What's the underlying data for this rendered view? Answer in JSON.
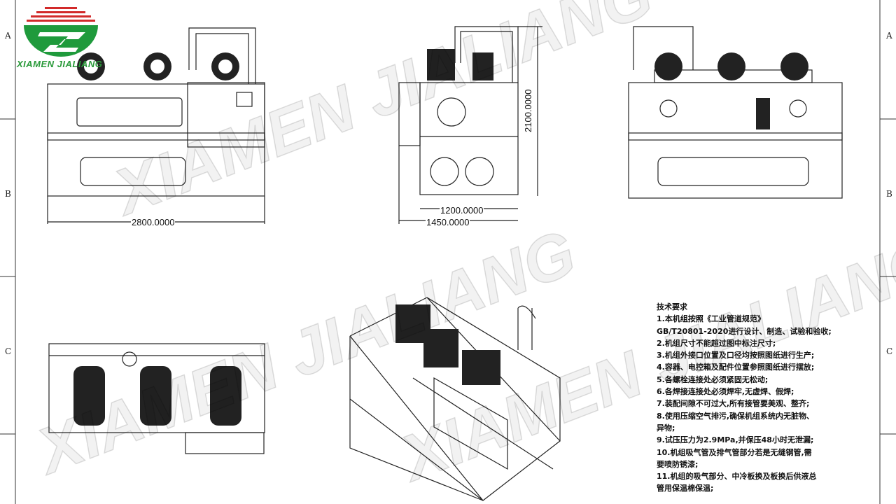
{
  "border": {
    "rows": [
      "A",
      "B",
      "C"
    ]
  },
  "logo": {
    "company": "XIAMEN JIALIANG",
    "colors": {
      "green": "#1f9a3c",
      "red": "#d22a2a"
    }
  },
  "watermark": "XIAMEN JIALIANG",
  "dimensions": {
    "front_width": "2800.0000",
    "side_height": "2100.0000",
    "side_inner_width": "1200.0000",
    "side_outer_width": "1450.0000"
  },
  "notes": {
    "title": "技术要求",
    "lines": [
      "1.本机组按照《工业管道规范》",
      "GB/T20801-2020进行设计、制造、试验和验收;",
      "2.机组尺寸不能超过图中标注尺寸;",
      "3.机组外接口位置及口径均按照图纸进行生产;",
      "4.容器、电控箱及配件位置参照图纸进行摆放;",
      "5.各螺栓连接处必须紧固无松动;",
      "6.各焊接连接处必须焊牢,无虚焊、假焊;",
      "7.装配间隙不可过大,所有接管要美观、整齐;",
      "8.使用压缩空气排污,确保机组系统内无脏物、",
      "异物;",
      "9.试压压力为2.9MPa,并保压48小时无泄漏;",
      "10.机组吸气管及排气管部分若是无缝钢管,需",
      "要喷防锈漆;",
      "11.机组的吸气部分、中冷板换及板换后供液总",
      "管用保温棉保温;"
    ]
  }
}
